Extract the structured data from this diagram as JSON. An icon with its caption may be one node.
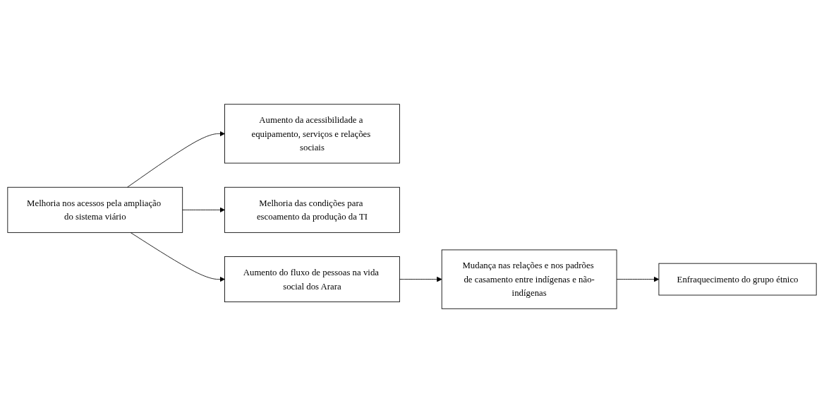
{
  "diagram": {
    "nodes": [
      {
        "text": [
          "Melhoria nos acessos pela ampliação do sistema viário"
        ]
      },
      {
        "text": [
          "Aumento da acessibilidade a equipamento, serviços e relações sociais"
        ]
      },
      {
        "text": [
          "Melhoria das condições para escoamento da produção da TI"
        ]
      },
      {
        "text": [
          "Aumento do fluxo de pessoas na vida social dos Arara"
        ]
      },
      {
        "text": [
          "Mudança nas relações e nos padrões de casamento entre indígenas e não-indígenas"
        ]
      },
      {
        "text": [
          "Enfraquecimento do grupo étnico"
        ]
      }
    ],
    "edges": [
      {
        "from": 0,
        "to": 1,
        "arrow": "to"
      },
      {
        "from": 0,
        "to": 2,
        "arrow": "to"
      },
      {
        "from": 0,
        "to": 3,
        "arrow": "to"
      },
      {
        "from": 3,
        "to": 4,
        "arrow": "to"
      },
      {
        "from": 4,
        "to": 5,
        "arrow": "to"
      }
    ]
  }
}
